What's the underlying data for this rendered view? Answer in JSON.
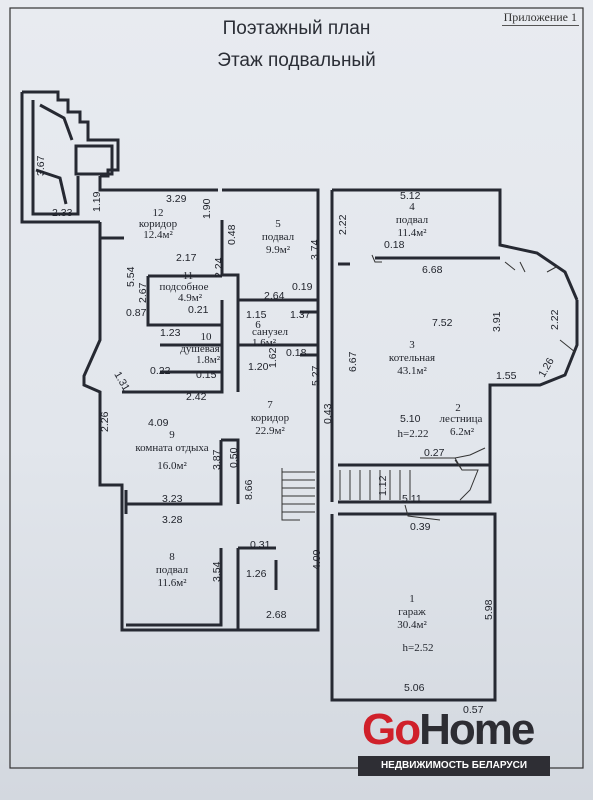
{
  "header": {
    "title": "Поэтажный план",
    "subtitle": "Этаж подвальный",
    "appendix": "Приложение 1"
  },
  "rooms": [
    {
      "num": "1",
      "name": "гараж",
      "area": "30.4м²",
      "height": "h=2.52"
    },
    {
      "num": "3",
      "name": "котельная",
      "area": "43.1м²"
    },
    {
      "num": "4",
      "name": "подвал",
      "area": "11.4м²"
    },
    {
      "num": "5",
      "name": "подвал",
      "area": "9.9м²"
    },
    {
      "num": "6",
      "name": "санузел",
      "area": "1.6м²"
    },
    {
      "num": "7",
      "name": "коридор",
      "area": "22.9м²"
    },
    {
      "num": "8",
      "name": "подвал",
      "area": "11.6м²"
    },
    {
      "num": "9",
      "name": "комната отдыха",
      "area": "16.0м²"
    },
    {
      "num": "10",
      "name": "душевая",
      "area": "1.8м²"
    },
    {
      "num": "11",
      "name": "подсобное",
      "area": "4.9м²"
    },
    {
      "num": "12",
      "name": "коридор",
      "area": "12.4м²"
    },
    {
      "num": "2",
      "name": "лестница",
      "area": "6.2м²",
      "height": "h=2.22"
    }
  ],
  "dimensions": [
    "3.67",
    "2.33",
    "1.19",
    "3.29",
    "1.90",
    "0.48",
    "2.22",
    "3.74",
    "5.12",
    "0.18",
    "6.68",
    "2.17",
    "2.24",
    "2.64",
    "0.19",
    "5.54",
    "2.67",
    "0.87",
    "0.21",
    "1.15",
    "1.37",
    "7.52",
    "3.91",
    "2.22",
    "1.23",
    "1.62",
    "0.18",
    "1.26",
    "1.31",
    "0.22",
    "0.15",
    "1.20",
    "1.55",
    "2.42",
    "5.27",
    "6.67",
    "2.26",
    "4.09",
    "0.43",
    "5.10",
    "3.87",
    "0.50",
    "0.27",
    "8.66",
    "1.12",
    "5.11",
    "3.23",
    "3.28",
    "0.39",
    "0.31",
    "3.54",
    "1.26",
    "4.09",
    "5.98",
    "2.68",
    "5.06",
    "0.57"
  ],
  "logo": {
    "brand_go": "Go",
    "brand_home": "Home",
    "tagline": "НЕДВИЖИМОСТЬ БЕЛАРУСИ"
  }
}
